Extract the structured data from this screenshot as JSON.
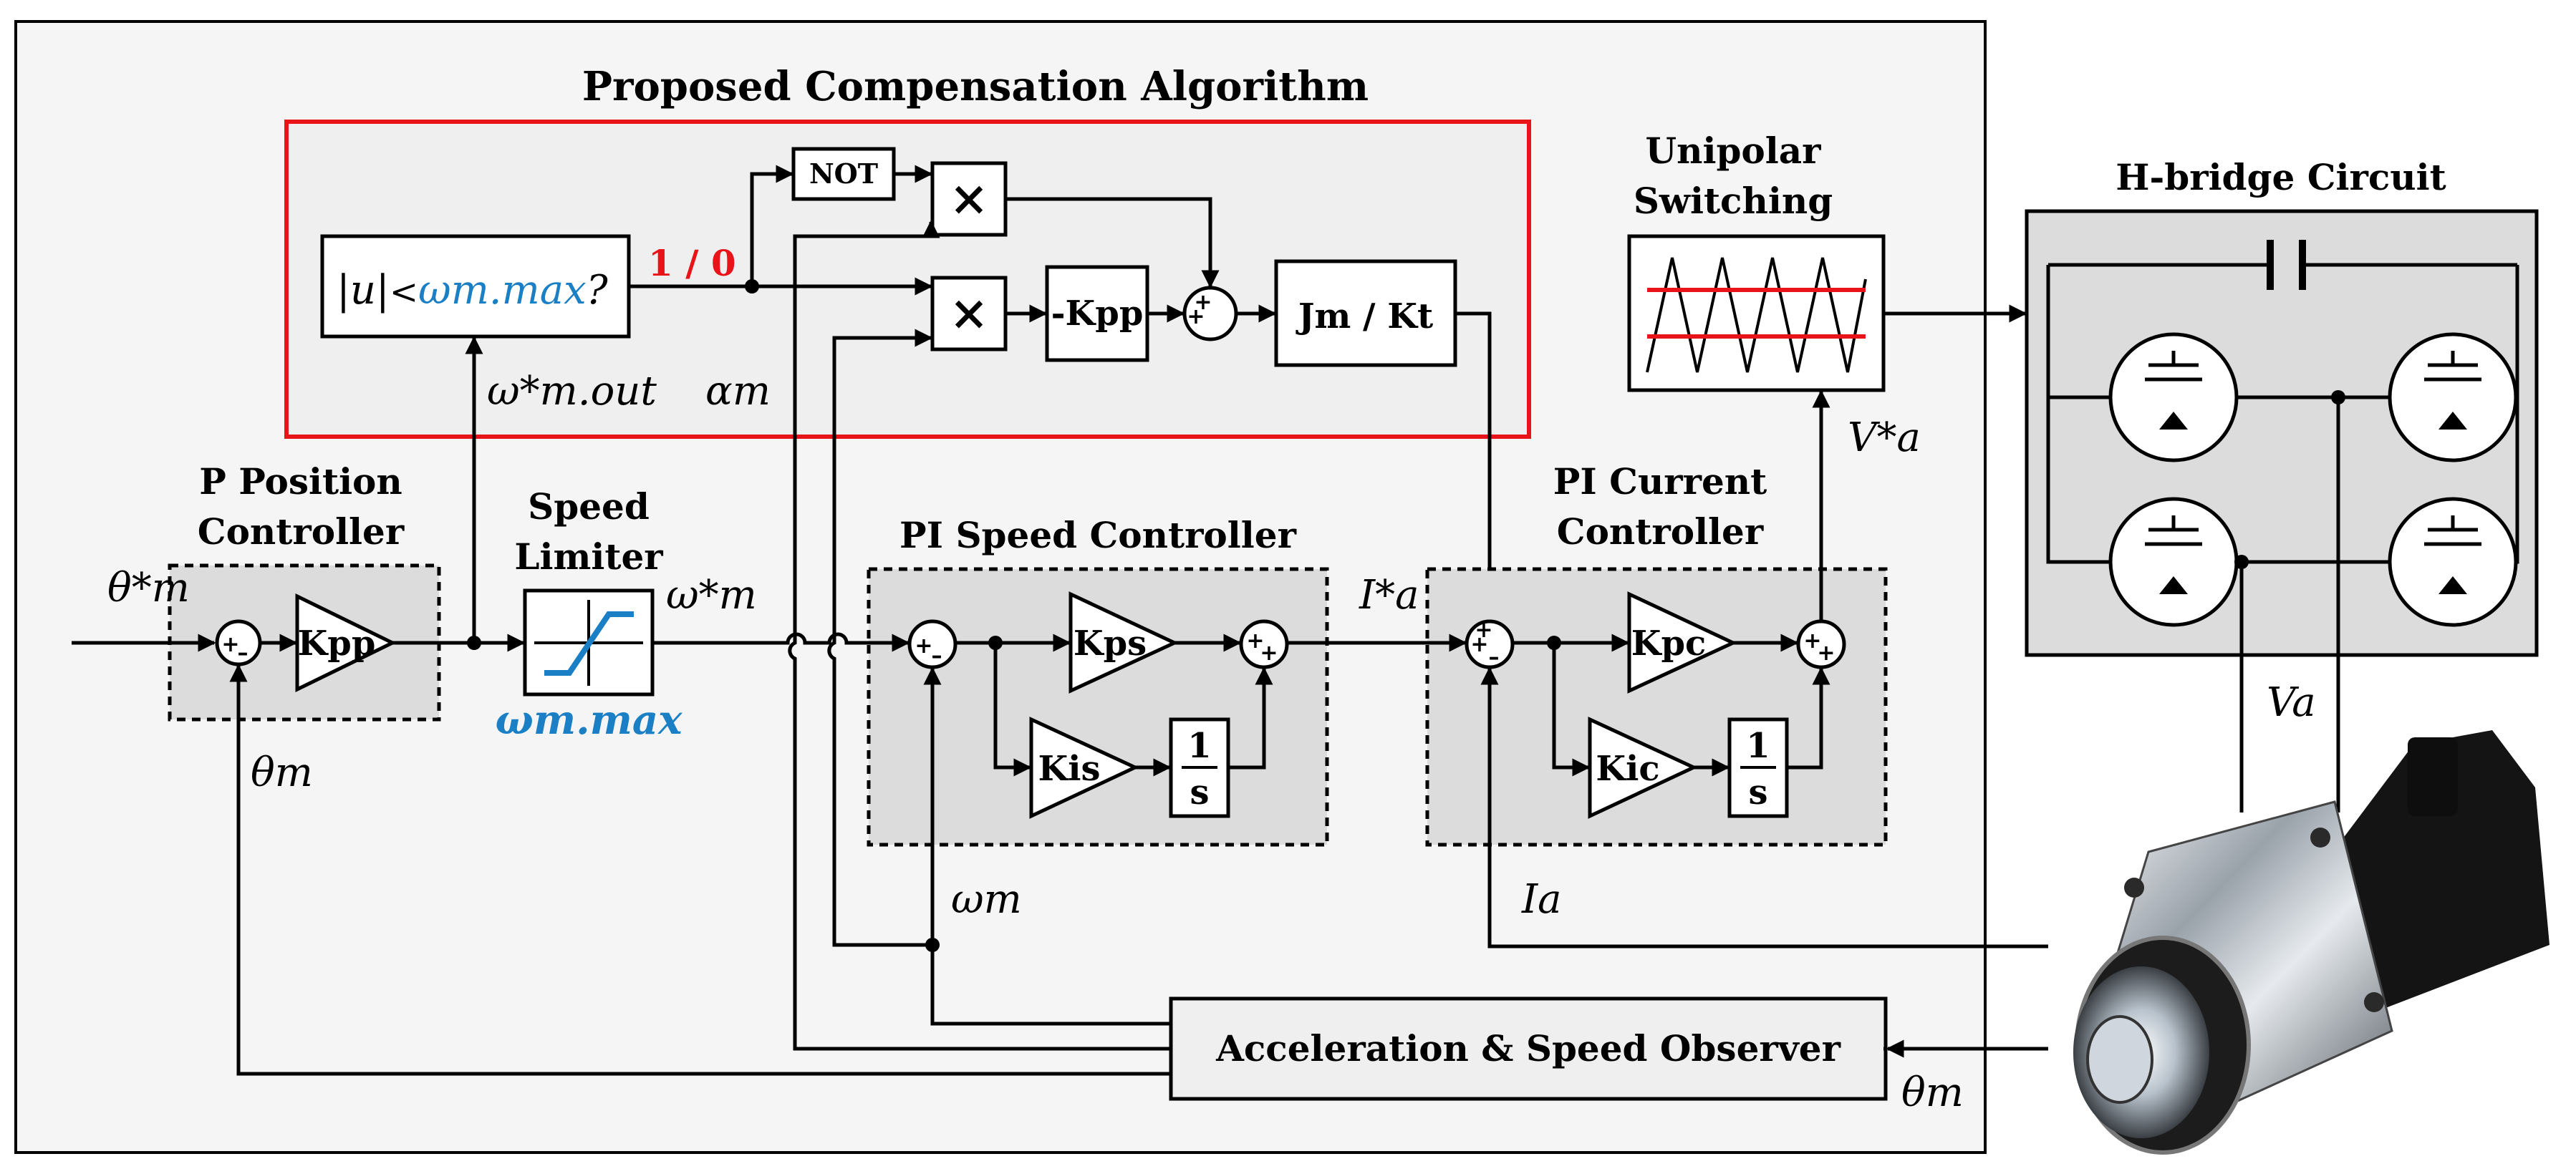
{
  "colors": {
    "red": "#e8141a",
    "blue": "#1a7fc4",
    "panel": "#efefef",
    "gray": "#dcdcdc"
  },
  "title": "Proposed Compensation Algorithm",
  "condition": {
    "abs": "|u|",
    "lt": "<",
    "limit": "ωm.max",
    "q": "?"
  },
  "switch_value": "1 / 0",
  "not_label": "NOT",
  "mult": "×",
  "neg_gain": "-Kpp",
  "ratio": "Jm / Kt",
  "signals": {
    "w_out": "ω*m.out",
    "alpha": "αm",
    "theta_ref": "θ*m",
    "theta_fb": "θm",
    "w_ref": "ω*m",
    "w_max": "ωm.max",
    "i_ref": "I*a",
    "w_fb": "ωm",
    "i_fb": "Ia",
    "v_ref": "V*a",
    "v_a": "Va",
    "theta_obs": "θm"
  },
  "blocks": {
    "pos_ctrl": [
      "P Position",
      "Controller"
    ],
    "speed_lim": [
      "Speed",
      "Limiter"
    ],
    "speed_ctrl": "PI Speed Controller",
    "current_ctrl": [
      "PI Current",
      "Controller"
    ],
    "unipolar": [
      "Unipolar",
      "Switching"
    ],
    "hbridge": "H-bridge Circuit",
    "observer": "Acceleration & Speed Observer"
  },
  "gains": {
    "kpp": "Kpp",
    "kps": "Kps",
    "kis": "Kis",
    "kpc": "Kpc",
    "kic": "Kic",
    "one": "1",
    "s": "s"
  }
}
